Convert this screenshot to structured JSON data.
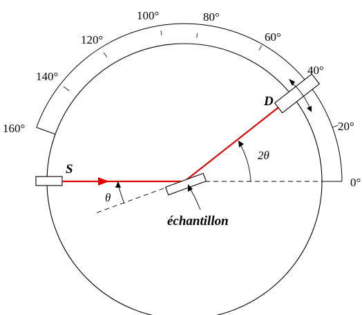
{
  "scale_labels": [
    "0°",
    "20°",
    "40°",
    "60°",
    "80°",
    "100°",
    "120°",
    "140°",
    "160°"
  ],
  "labels": {
    "source": "S",
    "detector": "D",
    "sample": "échantillon",
    "theta": "θ",
    "two_theta": "2θ"
  },
  "colors": {
    "beam": "#e00000",
    "lines": "#000000"
  }
}
